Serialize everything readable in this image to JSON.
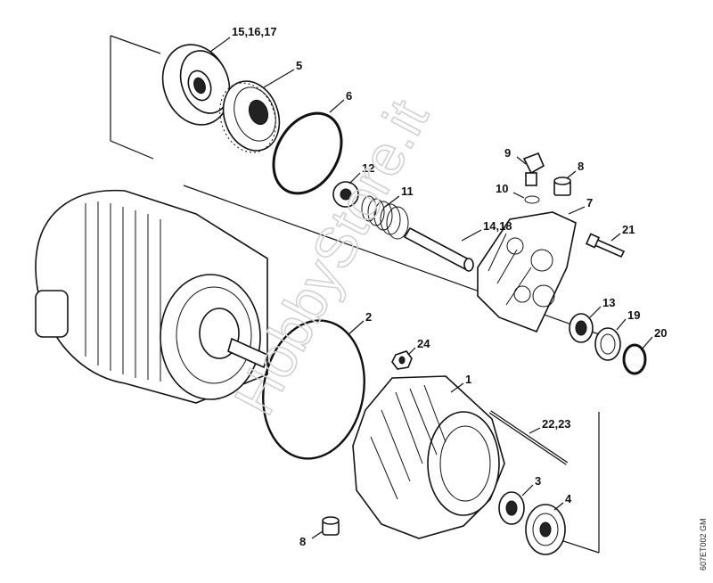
{
  "watermark": "HobbyStore.it",
  "drawing_code": "607ET002 GM",
  "callouts": {
    "c_15_16_17": "15,16,17",
    "c_5": "5",
    "c_6": "6",
    "c_12": "12",
    "c_11": "11",
    "c_9": "9",
    "c_8a": "8",
    "c_10": "10",
    "c_7": "7",
    "c_14_18": "14,18",
    "c_21": "21",
    "c_13": "13",
    "c_19": "19",
    "c_20": "20",
    "c_2": "2",
    "c_24": "24",
    "c_1": "1",
    "c_22_23": "22,23",
    "c_3": "3",
    "c_4": "4",
    "c_8b": "8"
  }
}
